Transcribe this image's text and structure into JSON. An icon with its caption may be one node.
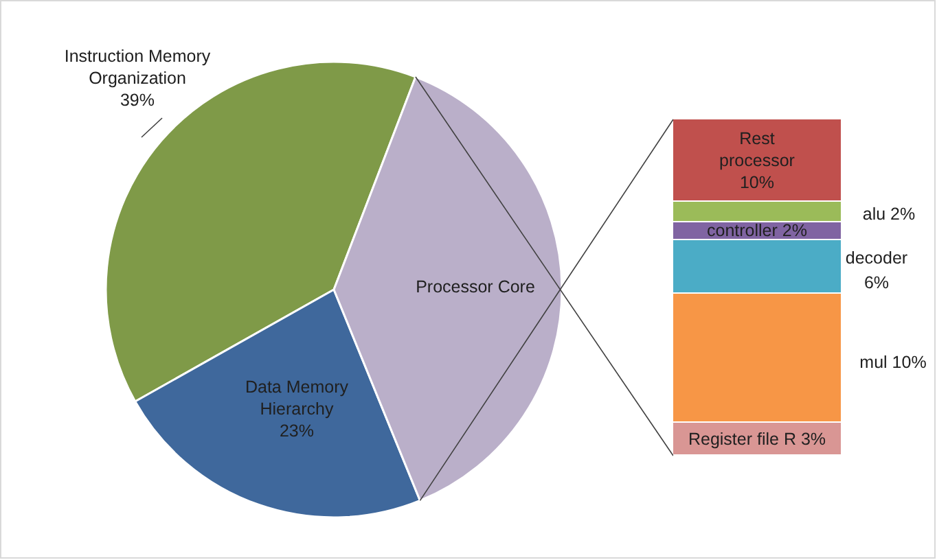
{
  "diagram": {
    "nodes": [
      {
        "text": [
          "Rest processor 10%"
        ]
      },
      {
        "text": [],
        "shape": "bar",
        "beside": [
          "alu 2%"
        ]
      },
      {
        "text": [
          "controller 2%"
        ]
      },
      {
        "text": [],
        "shape": "bar",
        "beside": [
          "decoder 6%"
        ]
      },
      {
        "text": [],
        "shape": "bar",
        "beside": [
          "mul 10%"
        ]
      },
      {
        "text": [
          "Register file R 3%"
        ]
      }
    ],
    "chart_data": {
      "type": "pie",
      "categories": [
        "Instruction Memory Organization",
        "Data Memory Hierarchy",
        "Processor Core"
      ],
      "values": [
        39,
        23,
        38
      ],
      "value_labels": [
        "39%",
        "23%",
        null
      ]
    }
  }
}
